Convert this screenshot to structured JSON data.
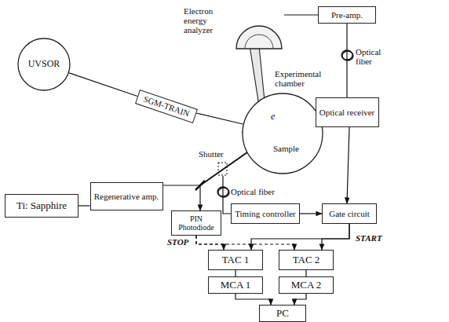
{
  "diagram": {
    "nodes": [
      {
        "text": [
          "UVSOR"
        ]
      },
      {
        "text": [
          "SGM-TRAIN"
        ]
      },
      {
        "text": [
          "Electron energy analyzer"
        ]
      },
      {
        "text": [
          "Pre-amp."
        ]
      },
      {
        "text": [
          "Experimental chamber"
        ]
      },
      {
        "text": [
          "Optical receiver"
        ]
      },
      {
        "text": [
          "Ti: Sapphire"
        ]
      },
      {
        "text": [
          "Regenerative amp."
        ]
      },
      {
        "text": [
          "PIN Photodiode"
        ]
      },
      {
        "text": [
          "Timing controller"
        ]
      },
      {
        "text": [
          "Gate circuit"
        ]
      },
      {
        "text": [
          "TAC 1"
        ]
      },
      {
        "text": [
          "TAC 2"
        ]
      },
      {
        "text": [
          "MCA 1"
        ]
      },
      {
        "text": [
          "MCA 2"
        ]
      },
      {
        "text": [
          "PC"
        ]
      }
    ],
    "edges": [
      {
        "from": 0,
        "to": 1,
        "arrow": "none"
      },
      {
        "from": 1,
        "to": 4,
        "arrow": "none"
      },
      {
        "from": 2,
        "to": 3,
        "arrow": "none"
      },
      {
        "from": 3,
        "to": 5,
        "arrow": "none"
      },
      {
        "from": 5,
        "to": 10,
        "arrow": "to"
      },
      {
        "from": 6,
        "to": 7,
        "arrow": "none"
      },
      {
        "from": 7,
        "to": 8,
        "arrow": "to"
      },
      {
        "from": 9,
        "to": 10,
        "arrow": "to"
      },
      {
        "from": 10,
        "to": 11,
        "arrow": "to"
      },
      {
        "from": 10,
        "to": 12,
        "arrow": "to"
      },
      {
        "from": 8,
        "to": 11,
        "arrow": "to"
      },
      {
        "from": 8,
        "to": 12,
        "arrow": "to"
      },
      {
        "from": 11,
        "to": 13,
        "arrow": "none"
      },
      {
        "from": 12,
        "to": 14,
        "arrow": "none"
      },
      {
        "from": 13,
        "to": 15,
        "arrow": "to"
      },
      {
        "from": 14,
        "to": 15,
        "arrow": "to"
      }
    ],
    "labels": [
      "Optical fiber",
      "Optical fiber",
      "Shutter",
      "e",
      "Sample",
      "STOP",
      "START"
    ]
  }
}
